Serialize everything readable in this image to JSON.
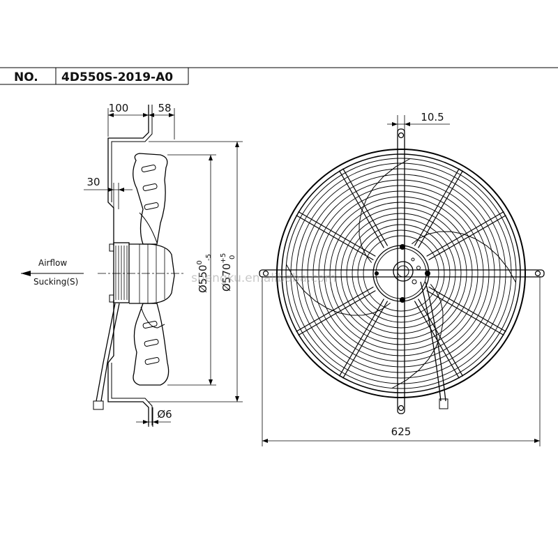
{
  "title_block": {
    "no_label": "NO.",
    "model": "4D550S-2019-A0"
  },
  "side_view": {
    "dim_100": "100",
    "dim_58": "58",
    "dim_30": "30",
    "dim_d6": "Ø6",
    "dim_550_base": "Ø550",
    "dim_550_sup": "0",
    "dim_550_sub": "-5",
    "dim_570_base": "Ø570",
    "dim_570_sup": "+5",
    "dim_570_sub": "0",
    "airflow_label": "Airflow",
    "sucking_label": "Sucking(S)"
  },
  "front_view": {
    "dim_10_5": "10.5",
    "dim_625": "625"
  },
  "watermark": "shengku.en.alibaba.com"
}
